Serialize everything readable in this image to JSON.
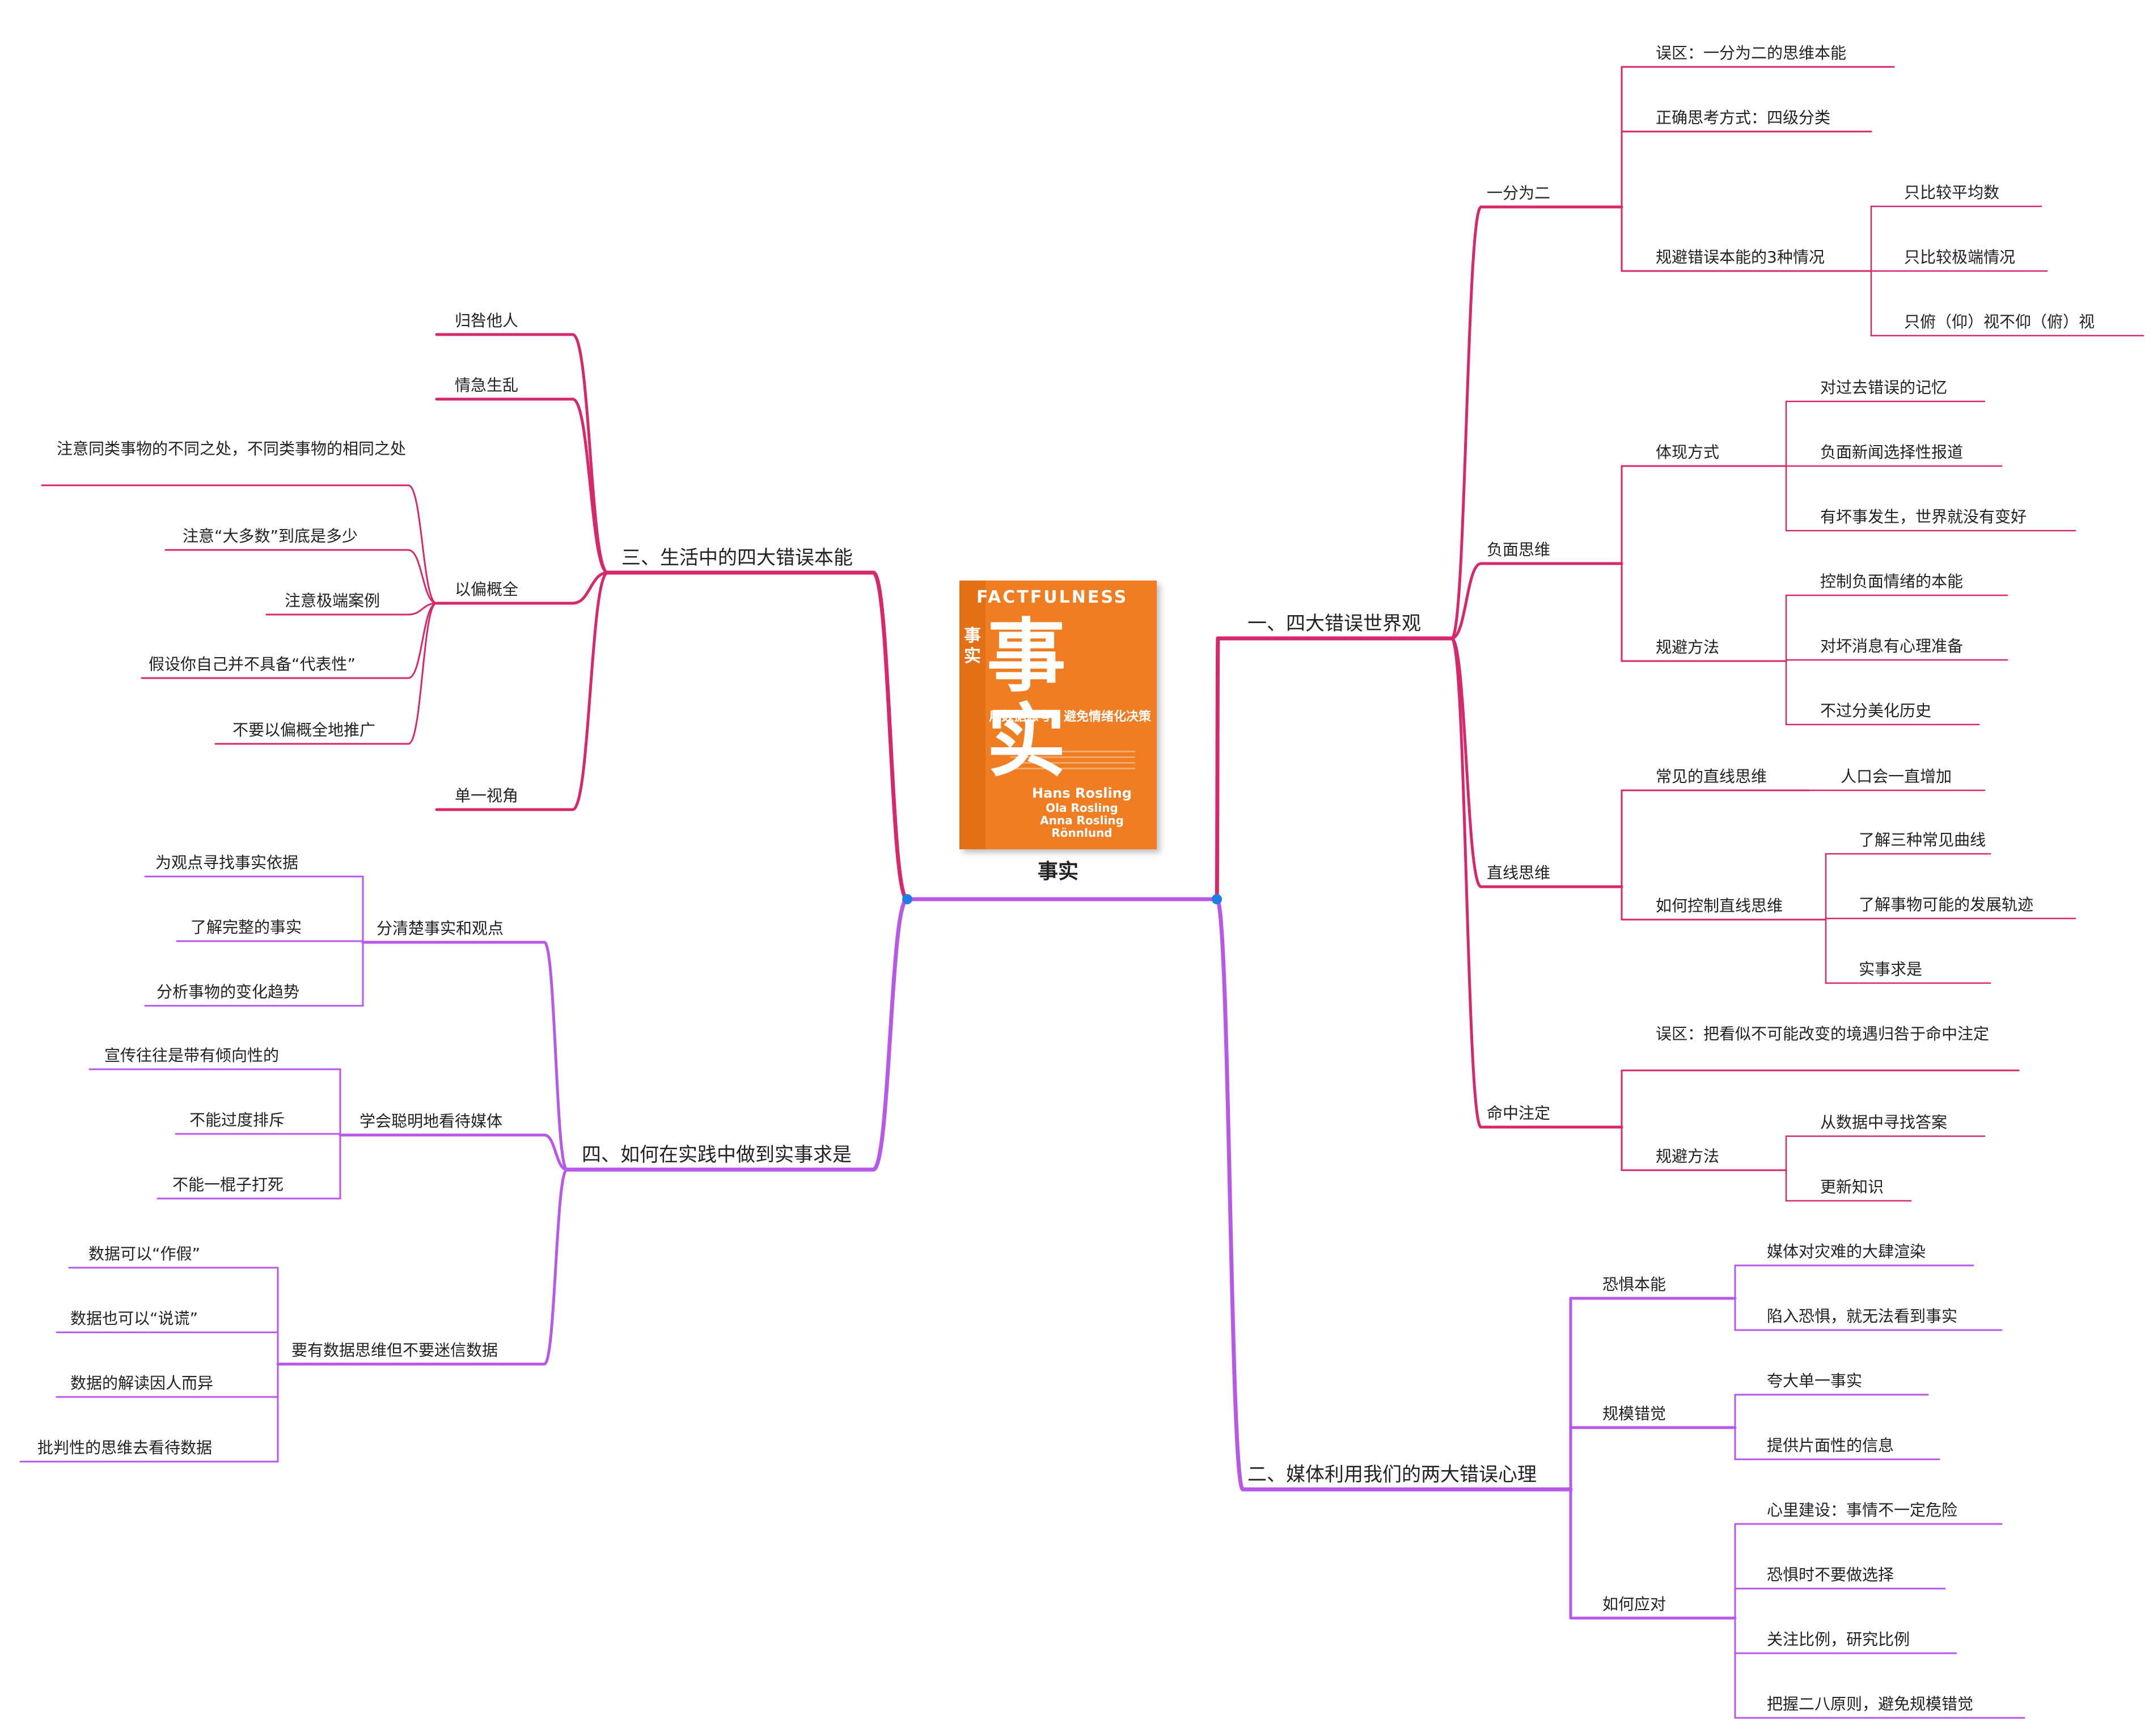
{
  "center": {
    "label": "事实",
    "book": {
      "title_en": "FACTFULNESS",
      "title_cn": "事实",
      "subtitle": "用数据思考，避免情绪化决策",
      "authors": [
        "Hans Rosling",
        "Ola Rosling",
        "Anna Rosling Rönnlund"
      ]
    }
  },
  "colors": {
    "right_top": "#d6286b",
    "right_bottom": "#b758e8",
    "left_top": "#d6286b",
    "left_bottom": "#b758e8",
    "junction": "#1f7de6"
  },
  "right_top": {
    "label": "一、四大错误世界观",
    "children": [
      {
        "label": "一分为二",
        "children": [
          {
            "label": "误区：一分为二的思维本能"
          },
          {
            "label": "正确思考方式：四级分类"
          },
          {
            "label": "规避错误本能的3种情况",
            "children": [
              {
                "label": "只比较平均数"
              },
              {
                "label": "只比较极端情况"
              },
              {
                "label": "只俯（仰）视不仰（俯）视"
              }
            ]
          }
        ]
      },
      {
        "label": "负面思维",
        "children": [
          {
            "label": "体现方式",
            "children": [
              {
                "label": "对过去错误的记忆"
              },
              {
                "label": "负面新闻选择性报道"
              },
              {
                "label": "有坏事发生，世界就没有变好"
              }
            ]
          },
          {
            "label": "规避方法",
            "children": [
              {
                "label": "控制负面情绪的本能"
              },
              {
                "label": "对坏消息有心理准备"
              },
              {
                "label": "不过分美化历史"
              }
            ]
          }
        ]
      },
      {
        "label": "直线思维",
        "children": [
          {
            "label": "常见的直线思维",
            "children": [
              {
                "label": "人口会一直增加"
              }
            ]
          },
          {
            "label": "如何控制直线思维",
            "children": [
              {
                "label": "了解三种常见曲线"
              },
              {
                "label": "了解事物可能的发展轨迹"
              },
              {
                "label": "实事求是"
              }
            ]
          }
        ]
      },
      {
        "label": "命中注定",
        "children": [
          {
            "label": "误区：把看似不可能改变的境遇归咎于命中注定"
          },
          {
            "label": "规避方法",
            "children": [
              {
                "label": "从数据中寻找答案"
              },
              {
                "label": "更新知识"
              }
            ]
          }
        ]
      }
    ]
  },
  "right_bottom": {
    "label": "二、媒体利用我们的两大错误心理",
    "children": [
      {
        "label": "恐惧本能",
        "children": [
          {
            "label": "媒体对灾难的大肆渲染"
          },
          {
            "label": "陷入恐惧，就无法看到事实"
          }
        ]
      },
      {
        "label": "规模错觉",
        "children": [
          {
            "label": "夸大单一事实"
          },
          {
            "label": "提供片面性的信息"
          }
        ]
      },
      {
        "label": "如何应对",
        "children": [
          {
            "label": "心里建设：事情不一定危险"
          },
          {
            "label": "恐惧时不要做选择"
          },
          {
            "label": "关注比例，研究比例"
          },
          {
            "label": "把握二八原则，避免规模错觉"
          }
        ]
      }
    ]
  },
  "left_top": {
    "label": "三、生活中的四大错误本能",
    "children": [
      {
        "label": "归咎他人"
      },
      {
        "label": "情急生乱"
      },
      {
        "label": "以偏概全",
        "children": [
          {
            "label": "注意同类事物的不同之处，不同类事物的相同之处"
          },
          {
            "label": "注意“大多数”到底是多少"
          },
          {
            "label": "注意极端案例"
          },
          {
            "label": "假设你自己并不具备“代表性”"
          },
          {
            "label": "不要以偏概全地推广"
          }
        ]
      },
      {
        "label": "单一视角"
      }
    ]
  },
  "left_bottom": {
    "label": "四、如何在实践中做到实事求是",
    "children": [
      {
        "label": "分清楚事实和观点",
        "children": [
          {
            "label": "为观点寻找事实依据"
          },
          {
            "label": "了解完整的事实"
          },
          {
            "label": "分析事物的变化趋势"
          }
        ]
      },
      {
        "label": "学会聪明地看待媒体",
        "children": [
          {
            "label": "宣传往往是带有倾向性的"
          },
          {
            "label": "不能过度排斥"
          },
          {
            "label": "不能一棍子打死"
          }
        ]
      },
      {
        "label": "要有数据思维但不要迷信数据",
        "children": [
          {
            "label": "数据可以“作假”"
          },
          {
            "label": "数据也可以“说谎”"
          },
          {
            "label": "数据的解读因人而异"
          },
          {
            "label": "批判性的思维去看待数据"
          }
        ]
      }
    ]
  }
}
